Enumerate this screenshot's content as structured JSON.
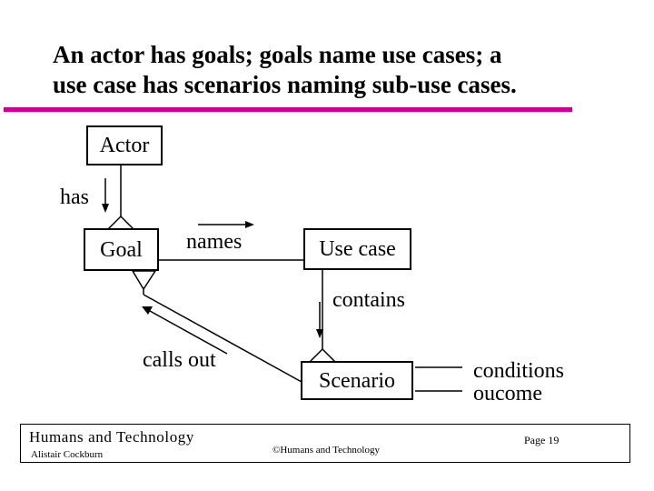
{
  "slide": {
    "title_line1": "An actor has goals; goals name use cases; a",
    "title_line2": "use case has scenarios naming sub-use cases.",
    "accent_color": "#cc0099"
  },
  "diagram": {
    "nodes": {
      "actor": "Actor",
      "goal": "Goal",
      "use_case": "Use case",
      "scenario": "Scenario"
    },
    "labels": {
      "has": "has",
      "names": "names",
      "contains": "contains",
      "calls_out": "calls out",
      "conditions": "conditions",
      "outcome": "oucome"
    }
  },
  "footer": {
    "title": "Humans and Technology",
    "author": "Alistair Cockburn",
    "copyright": "©Humans and Technology",
    "page": "Page 19"
  }
}
